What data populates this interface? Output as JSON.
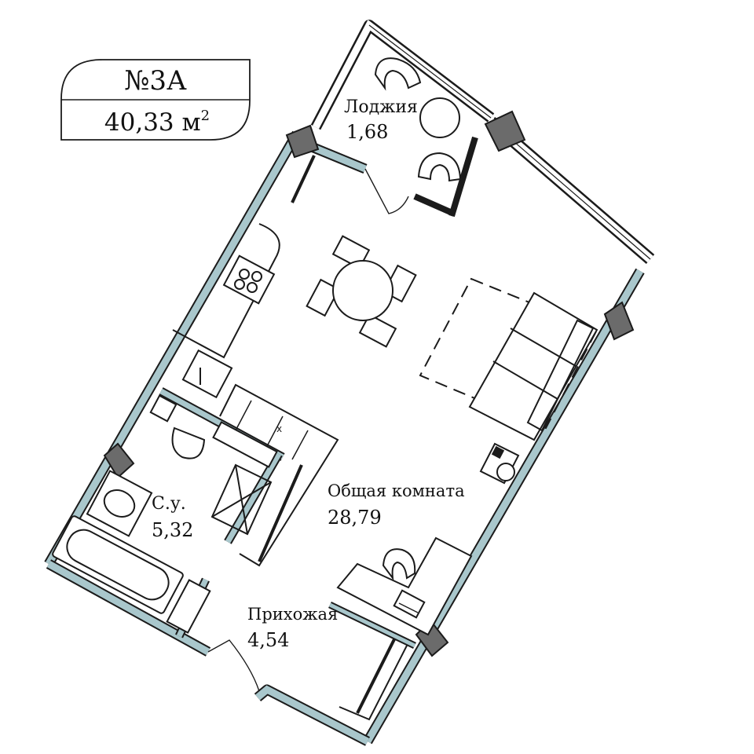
{
  "apartment": {
    "number": "№3А",
    "area_value": "40,33",
    "area_unit": "м",
    "area_exp": "2"
  },
  "rooms": {
    "loggia": {
      "name": "Лоджия",
      "area": "1,68"
    },
    "living": {
      "name": "Общая комната",
      "area": "28,79"
    },
    "bathroom": {
      "name": "С.у.",
      "area": "5,32"
    },
    "hallway": {
      "name": "Прихожая",
      "area": "4,54"
    }
  },
  "colors": {
    "wall_fill": "#a9c7cc",
    "wall_stroke": "#1b1b1b",
    "column": "#6b6b6b",
    "background": "#ffffff"
  }
}
